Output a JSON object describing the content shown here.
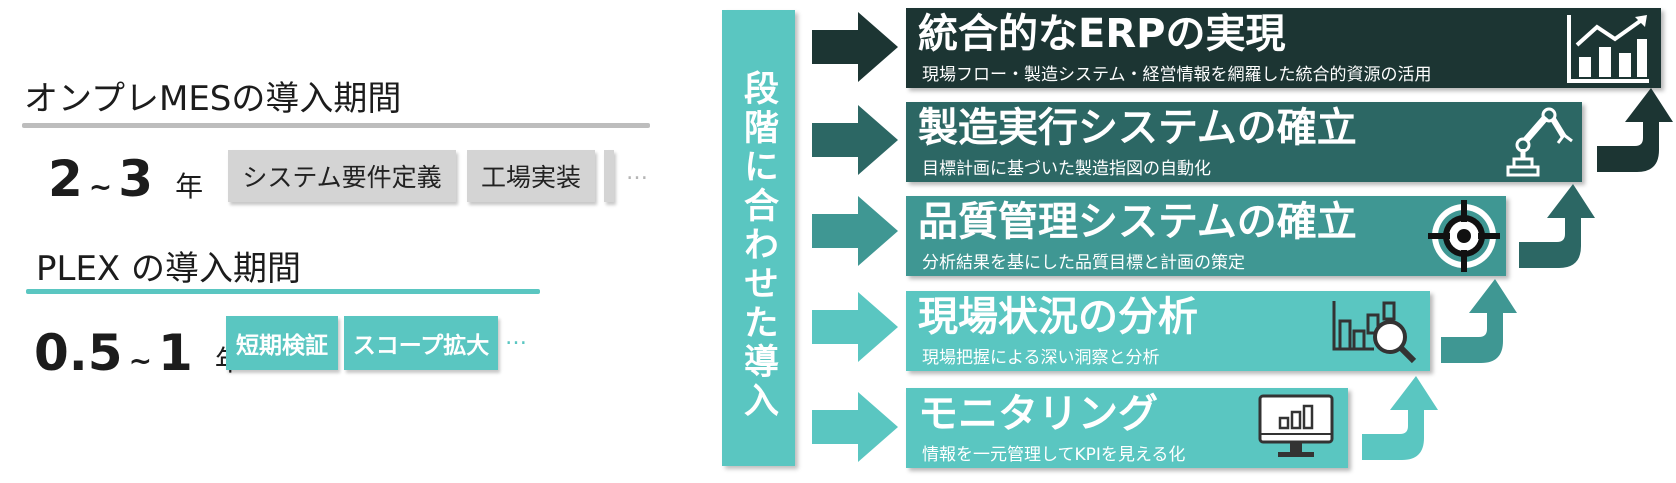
{
  "comparison": {
    "onprem": {
      "title": "オンプレMESの導入期間",
      "min": "2",
      "tilde": "~",
      "max": "3",
      "unit": "年",
      "phases": [
        "システム要件定義",
        "工場実装"
      ],
      "more": "…"
    },
    "plex": {
      "title": "PLEX の導入期間",
      "min": "0.5",
      "tilde": "~",
      "max": "1",
      "unit": "年",
      "phases": [
        "短期検証",
        "スコープ拡大"
      ],
      "more": "…"
    }
  },
  "banner": {
    "text": "段階に合わせた導入"
  },
  "steps": [
    {
      "title": "統合的なERPの実現",
      "subtitle": "現場フロー・製造システム・経営情報を網羅した統合的資源の活用",
      "icon": "growth-chart-icon",
      "color": "#1c3533"
    },
    {
      "title": "製造実行システムの確立",
      "subtitle": "目標計画に基づいた製造指図の自動化",
      "icon": "robot-arm-icon",
      "color": "#2c6764"
    },
    {
      "title": "品質管理システムの確立",
      "subtitle": "分析結果を基にした品質目標と計画の策定",
      "icon": "target-icon",
      "color": "#3f9793"
    },
    {
      "title": "現場状況の分析",
      "subtitle": "現場把握による深い洞察と分析",
      "icon": "chart-magnifier-icon",
      "color": "#5ac6c1"
    },
    {
      "title": "モニタリング",
      "subtitle": "情報を一元管理してKPIを見える化",
      "icon": "monitor-icon",
      "color": "#5ac6c1"
    }
  ]
}
